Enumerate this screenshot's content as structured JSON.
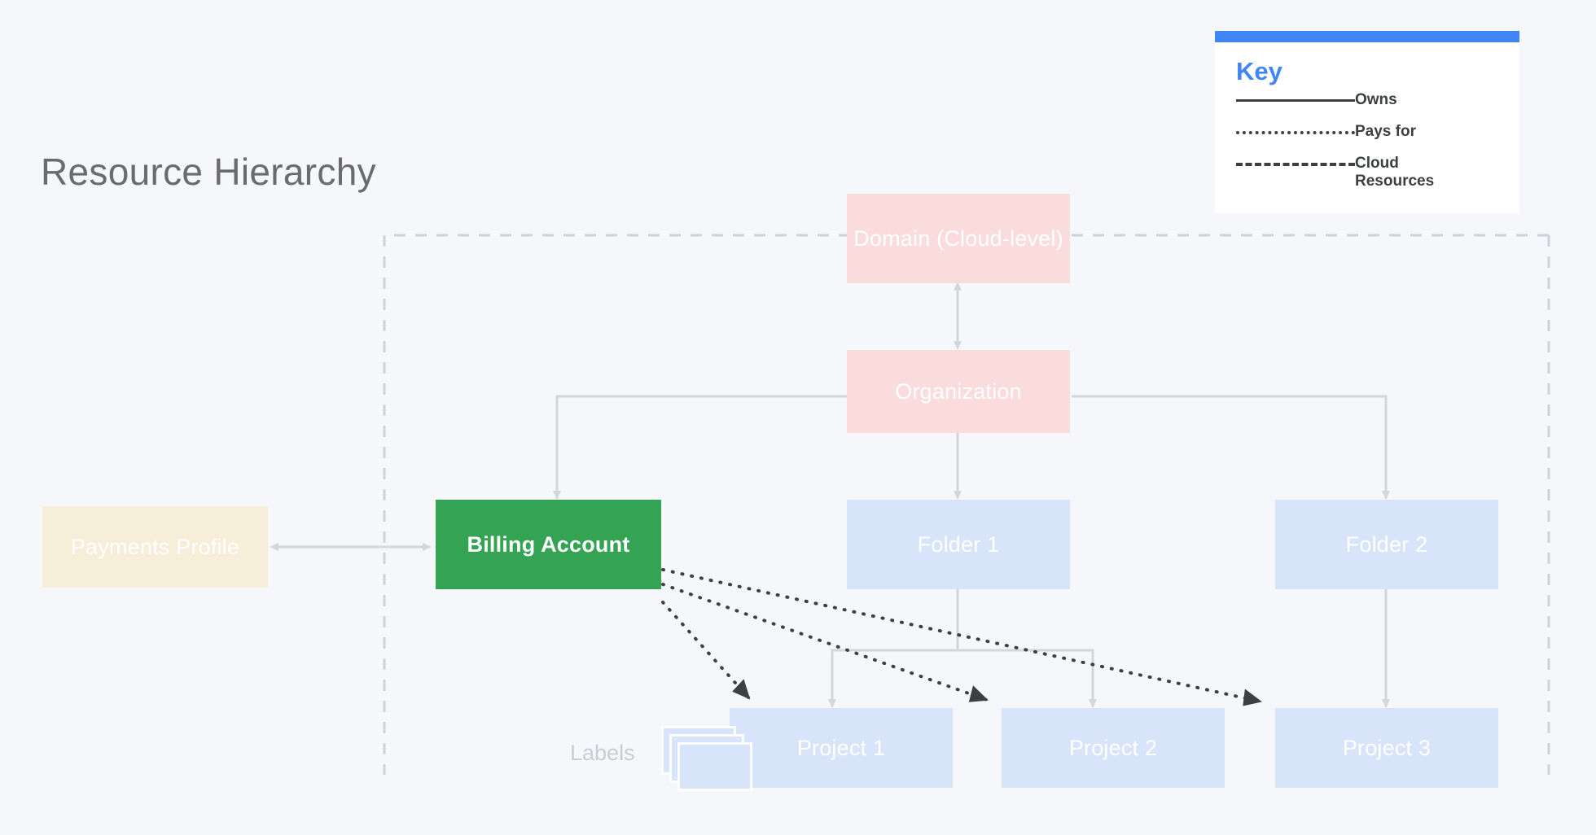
{
  "page": {
    "title": "Resource Hierarchy",
    "background_color": "#f5f7fa"
  },
  "key": {
    "title": "Key",
    "accent_color": "#4285f4",
    "items": [
      {
        "style": "solid",
        "label": "Owns"
      },
      {
        "style": "dotted",
        "label": "Pays for"
      },
      {
        "style": "dashed",
        "label": "Cloud Resources"
      }
    ]
  },
  "labels_annotation": "Labels",
  "nodes": {
    "domain": {
      "label": "Domain (Cloud-level)",
      "color": "#fadcdc"
    },
    "organization": {
      "label": "Organization",
      "color": "#fadcdc"
    },
    "payments_profile": {
      "label": "Payments Profile",
      "color": "#f7eeda"
    },
    "billing_account": {
      "label": "Billing Account",
      "color": "#34a353"
    },
    "folder_1": {
      "label": "Folder 1",
      "color": "#d7e4f9"
    },
    "folder_2": {
      "label": "Folder 2",
      "color": "#d7e4f9"
    },
    "project_1": {
      "label": "Project 1",
      "color": "#d7e4f9"
    },
    "project_2": {
      "label": "Project 2",
      "color": "#d7e4f9"
    },
    "project_3": {
      "label": "Project 3",
      "color": "#d7e4f9"
    }
  },
  "relations": [
    {
      "from": "domain",
      "to": "organization",
      "type": "owns",
      "bidirectional": true
    },
    {
      "from": "organization",
      "to": "billing_account",
      "type": "owns"
    },
    {
      "from": "organization",
      "to": "folder_1",
      "type": "owns"
    },
    {
      "from": "organization",
      "to": "folder_2",
      "type": "owns"
    },
    {
      "from": "payments_profile",
      "to": "billing_account",
      "type": "owns",
      "bidirectional": true
    },
    {
      "from": "folder_1",
      "to": "project_1",
      "type": "owns"
    },
    {
      "from": "folder_1",
      "to": "project_2",
      "type": "owns"
    },
    {
      "from": "folder_2",
      "to": "project_3",
      "type": "owns"
    },
    {
      "from": "billing_account",
      "to": "project_1",
      "type": "pays-for"
    },
    {
      "from": "billing_account",
      "to": "project_2",
      "type": "pays-for"
    },
    {
      "from": "billing_account",
      "to": "project_3",
      "type": "pays-for"
    }
  ],
  "cloud_resources_boundary": {
    "type": "dashed-region"
  }
}
